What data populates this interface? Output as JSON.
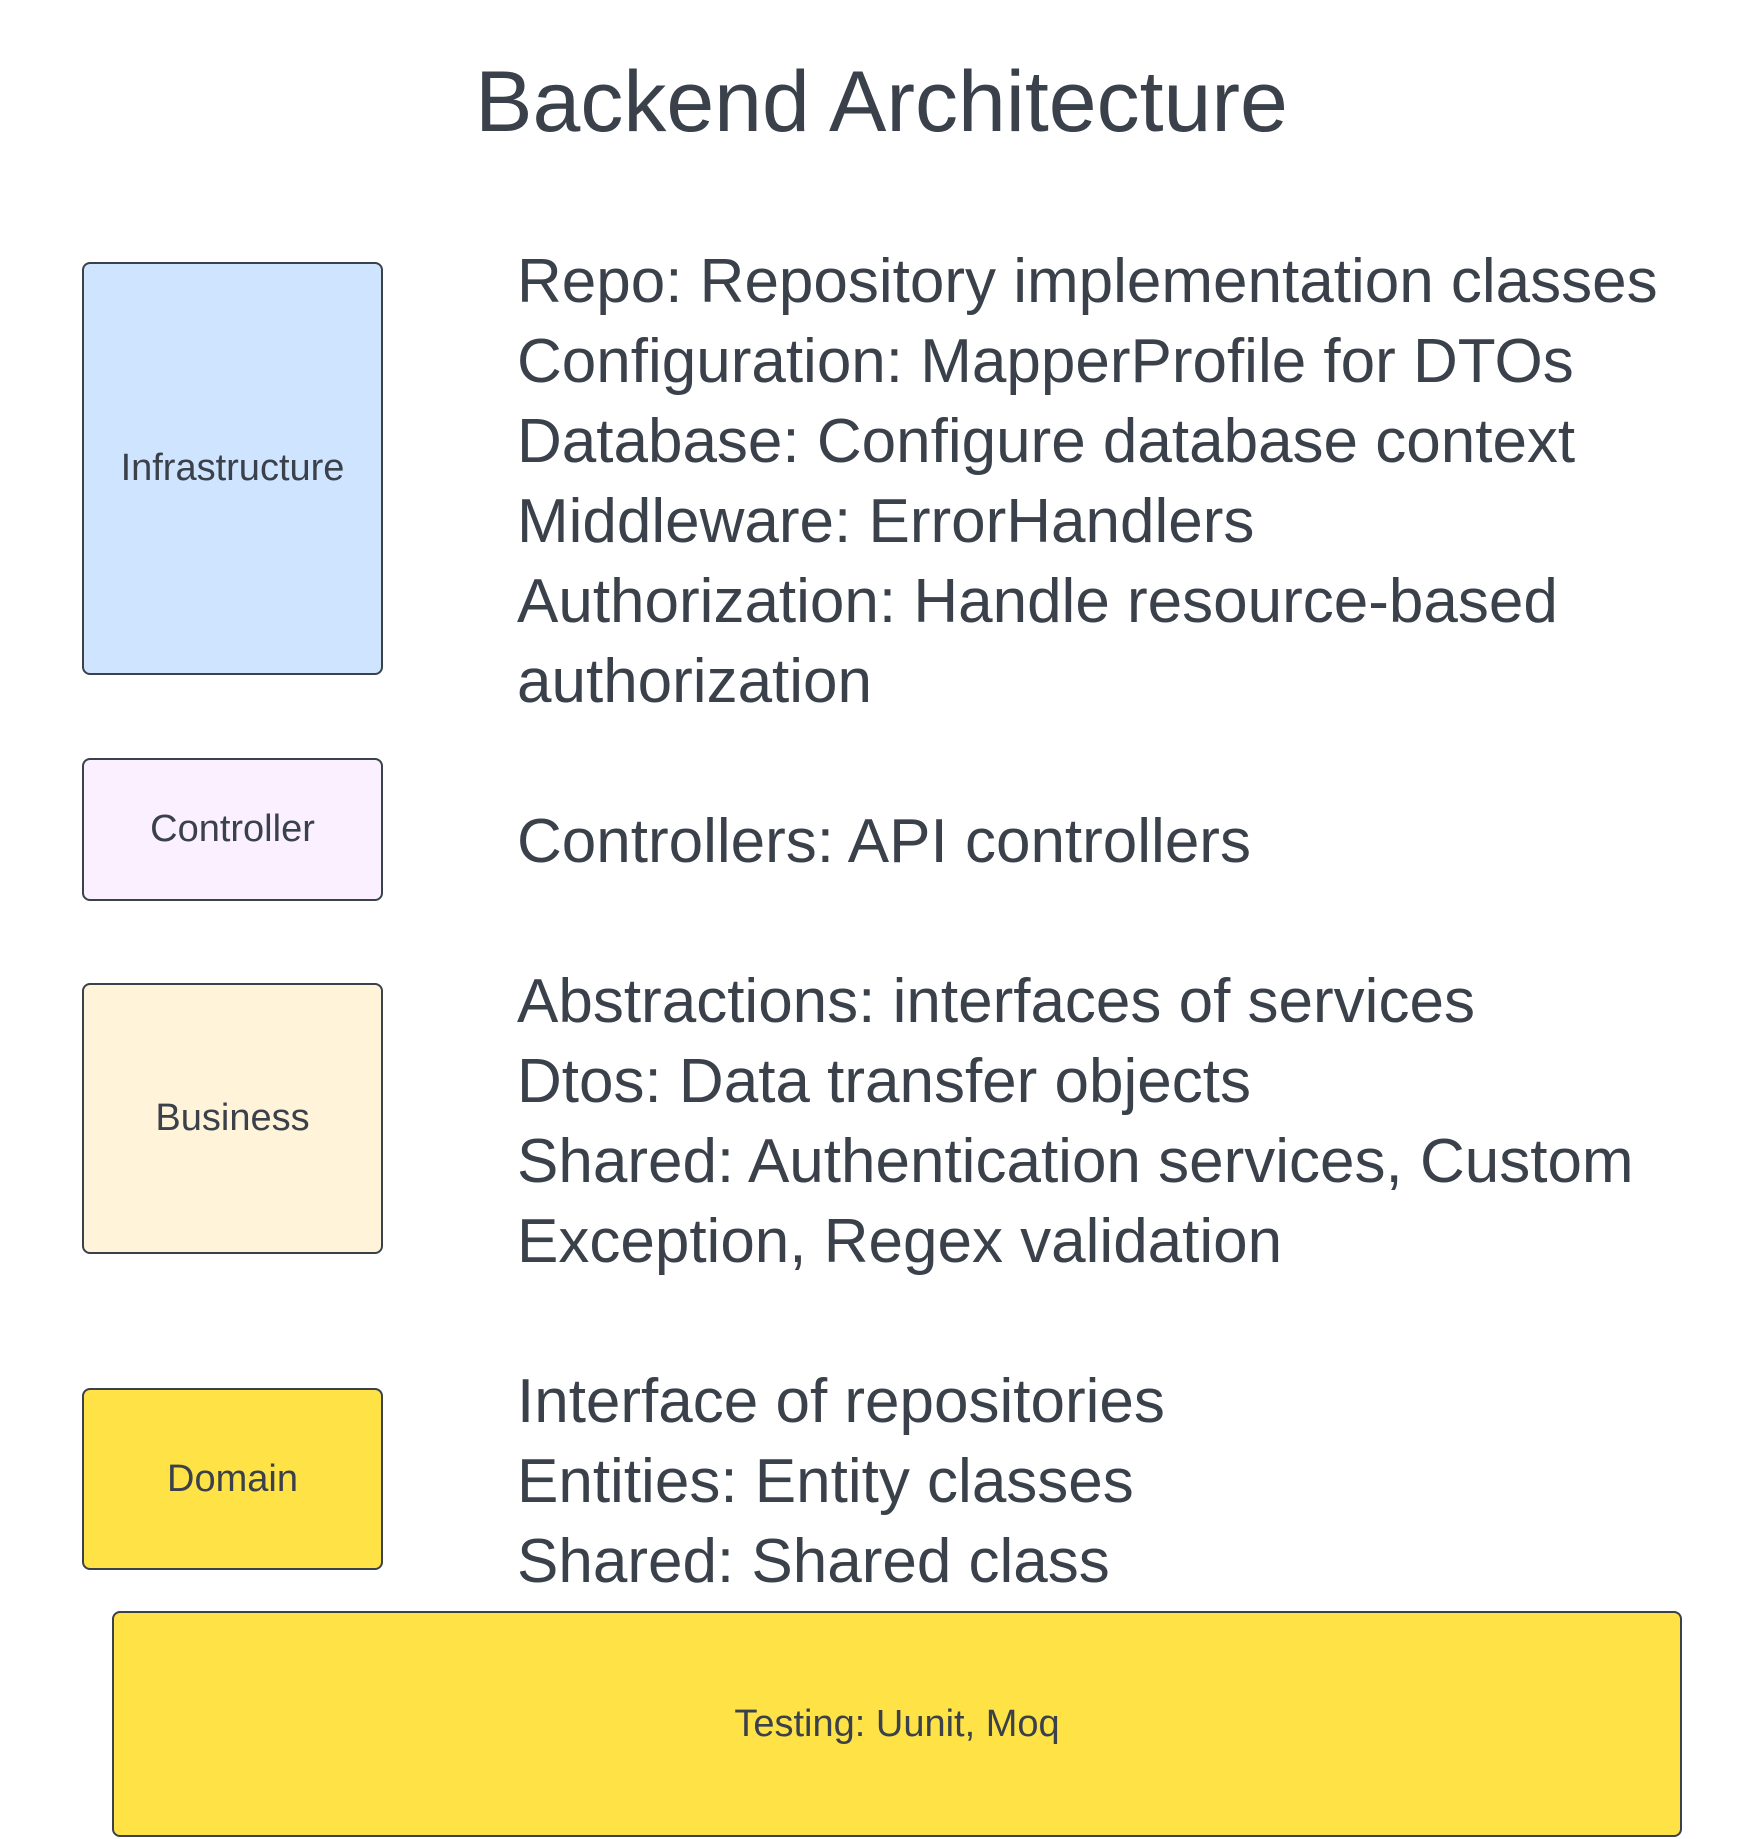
{
  "title": "Backend Architecture",
  "layers": [
    {
      "label": "Infrastructure",
      "color": "#cfe4ff",
      "lines": [
        "Repo: Repository implementation classes",
        "Configuration: MapperProfile for DTOs",
        "Database: Configure database context",
        "Middleware: ErrorHandlers",
        "Authorization: Handle resource-based",
        "authorization"
      ]
    },
    {
      "label": "Controller",
      "color": "#fbf0ff",
      "lines": [
        "Controllers: API controllers"
      ]
    },
    {
      "label": "Business",
      "color": "#fff3d9",
      "lines": [
        "Abstractions: interfaces of services",
        "Dtos: Data transfer objects",
        "Shared: Authentication services, Custom",
        "Exception, Regex validation"
      ]
    },
    {
      "label": "Domain",
      "color": "#ffe245",
      "lines": [
        "Interface of repositories",
        "Entities: Entity classes",
        "Shared: Shared class"
      ]
    }
  ],
  "testing": {
    "label": "Testing: Uunit, Moq",
    "color": "#ffe245"
  }
}
